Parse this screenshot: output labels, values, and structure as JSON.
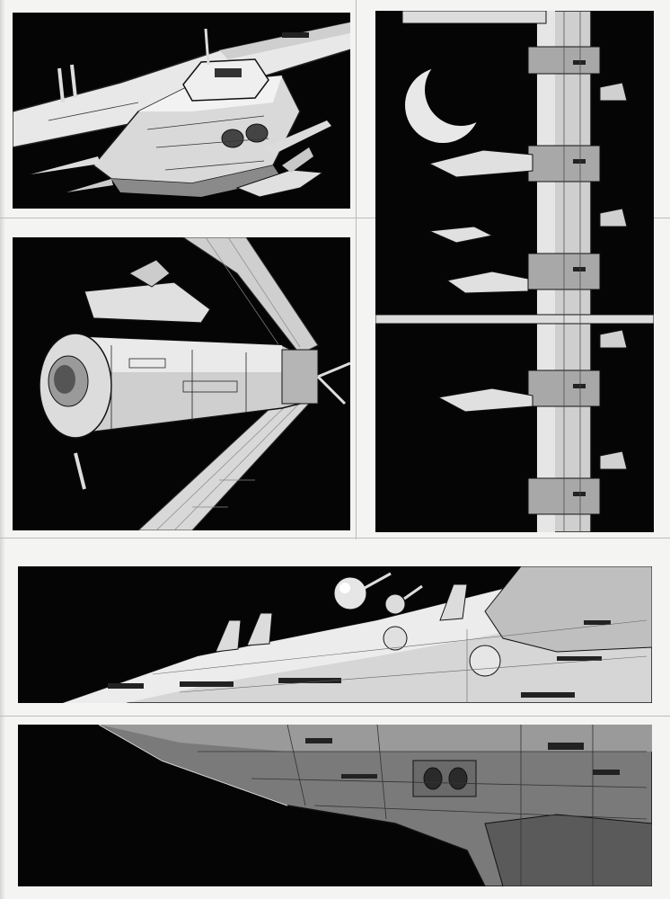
{
  "page": {
    "panel_count": 5,
    "colors": {
      "ink": "#050505",
      "paper": "#f4f4f2",
      "light": "#e6e6e6",
      "mid": "#9a9a9a",
      "dark": "#555555"
    }
  },
  "panels": [
    {
      "id": "p1",
      "subject": "fighter-ship-with-escort"
    },
    {
      "id": "p2",
      "subject": "cylindrical-station-with-solar-wings"
    },
    {
      "id": "p3",
      "subject": "orbital-tower-with-crescent-moon"
    },
    {
      "id": "p4",
      "subject": "capital-ship-upper-hull"
    },
    {
      "id": "p5",
      "subject": "capital-ship-underside"
    }
  ]
}
